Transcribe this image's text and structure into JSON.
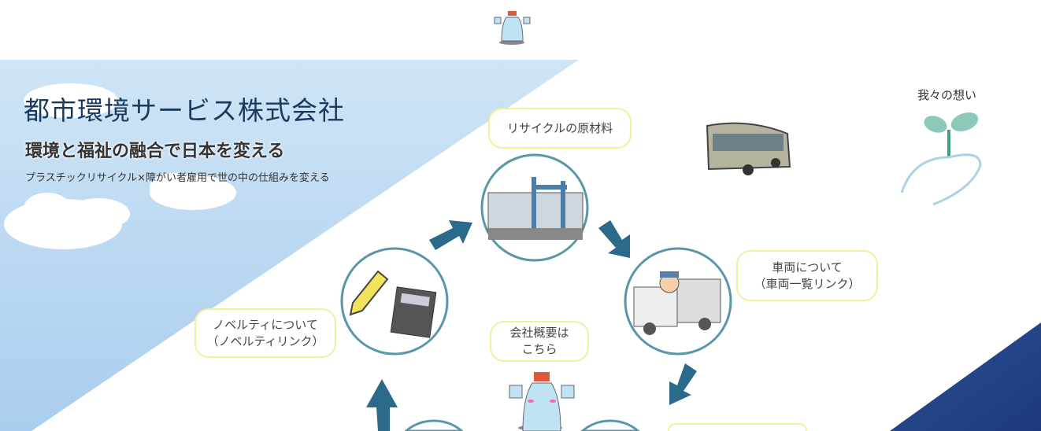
{
  "header": {
    "logo_icon": "bottle-mascot-icon"
  },
  "hero": {
    "company_name": "都市環境サービス株式会社",
    "catchphrase": "環境と福祉の融合で日本を変える",
    "subtitle": "プラスチックリサイクル×障がい者雇用で世の中の仕組みを変える"
  },
  "cycle": {
    "recycle": {
      "label": "リサイクルの原材料"
    },
    "vehicles": {
      "line1": "車両について",
      "line2": "（車両一覧リンク）"
    },
    "novelty": {
      "line1": "ノベルティについて",
      "line2": "（ノベルティリンク）"
    },
    "company": {
      "line1": "会社概要は",
      "line2": "こちら"
    }
  },
  "thoughts": {
    "label": "我々の想い"
  },
  "colors": {
    "light_blue": "#cde4f5",
    "arrow": "#2b6a8a",
    "dark_blue": "#24458a",
    "circle": "#5a96aa"
  }
}
